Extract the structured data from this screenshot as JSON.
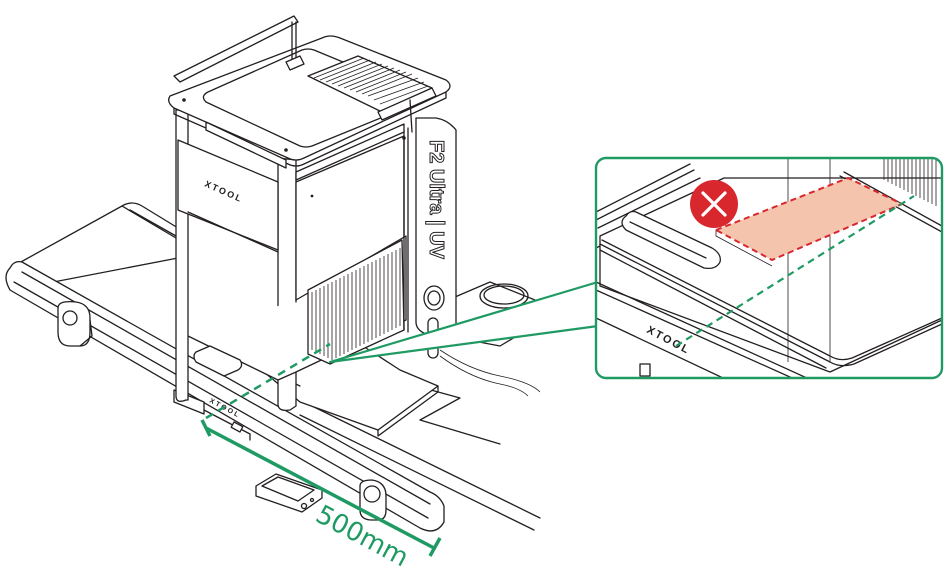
{
  "illustration": {
    "brand_front": "XTOOL",
    "brand_conveyor": "XTOOL",
    "brand_callout": "XTOOL",
    "model_label": "F2 Ultra | UV",
    "dimension_label": "500mm"
  },
  "callout": {
    "status_icon": "error-x-icon",
    "zone_fill": "#f5c4ac",
    "zone_border": "#d9272e"
  },
  "colors": {
    "accent_green": "#1f9a63",
    "error_red": "#d9272e",
    "line": "#231f20"
  }
}
